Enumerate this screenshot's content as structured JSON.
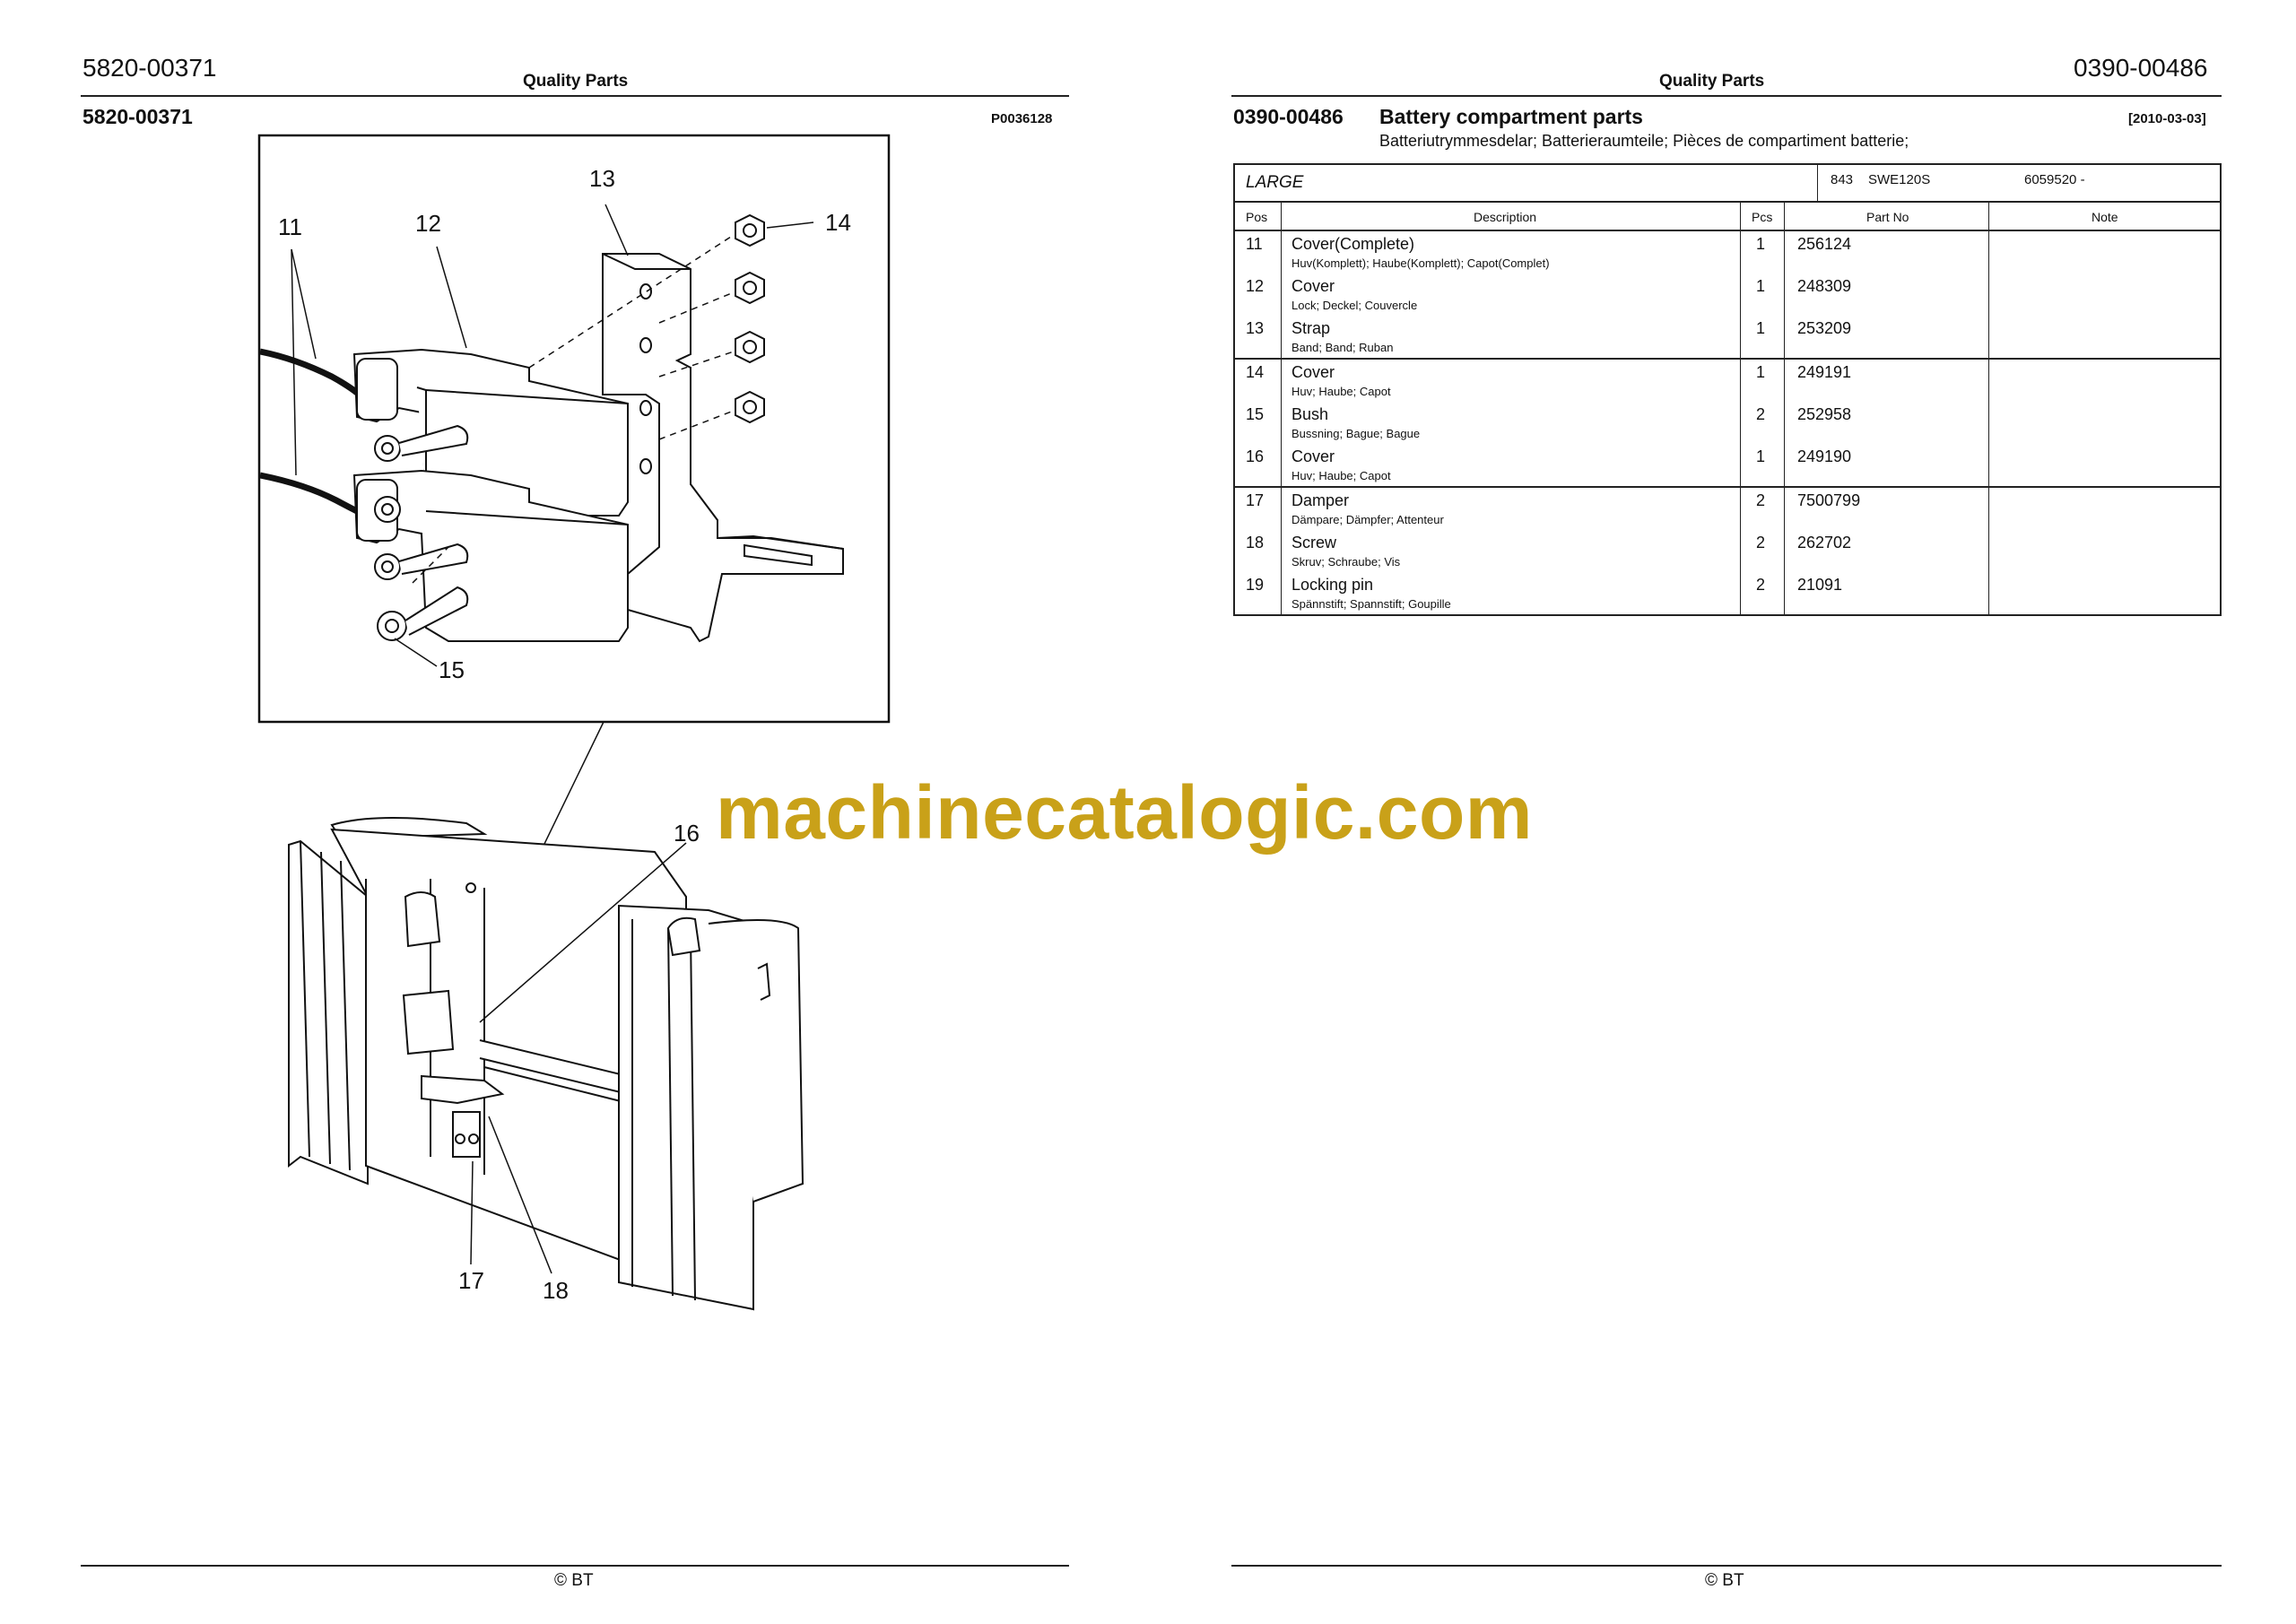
{
  "left_page": {
    "page_code": "5820-00371",
    "header_title": "Quality Parts",
    "section_code": "5820-00371",
    "figure_number": "P0036128",
    "callouts": [
      "11",
      "12",
      "13",
      "14",
      "15",
      "16",
      "17",
      "18"
    ],
    "footer": "© BT"
  },
  "right_page": {
    "page_code": "0390-00486",
    "header_title": "Quality Parts",
    "section_code": "0390-00486",
    "section_title": "Battery compartment parts",
    "section_subtitle": "Batteriutrymmesdelar; Batterieraumteile; Pièces de compartiment batterie;",
    "section_date": "[2010-03-03]",
    "footer": "© BT"
  },
  "parts_table": {
    "variant": "LARGE",
    "model_code": "843",
    "model_name": "SWE120S",
    "serial_range": "6059520 -",
    "columns": [
      "Pos",
      "Description",
      "Pcs",
      "Part No",
      "Note"
    ],
    "groups": [
      [
        {
          "pos": "11",
          "description": "Cover(Complete)",
          "translations": "Huv(Komplett); Haube(Komplett); Capot(Complet)",
          "pcs": "1",
          "part_no": "256124",
          "note": ""
        },
        {
          "pos": "12",
          "description": "Cover",
          "translations": "Lock; Deckel; Couvercle",
          "pcs": "1",
          "part_no": "248309",
          "note": ""
        },
        {
          "pos": "13",
          "description": "Strap",
          "translations": "Band; Band; Ruban",
          "pcs": "1",
          "part_no": "253209",
          "note": ""
        }
      ],
      [
        {
          "pos": "14",
          "description": "Cover",
          "translations": "Huv; Haube; Capot",
          "pcs": "1",
          "part_no": "249191",
          "note": ""
        },
        {
          "pos": "15",
          "description": "Bush",
          "translations": "Bussning; Bague; Bague",
          "pcs": "2",
          "part_no": "252958",
          "note": ""
        },
        {
          "pos": "16",
          "description": "Cover",
          "translations": "Huv; Haube; Capot",
          "pcs": "1",
          "part_no": "249190",
          "note": ""
        }
      ],
      [
        {
          "pos": "17",
          "description": "Damper",
          "translations": "Dämpare; Dämpfer; Attenteur",
          "pcs": "2",
          "part_no": "7500799",
          "note": ""
        },
        {
          "pos": "18",
          "description": "Screw",
          "translations": "Skruv; Schraube; Vis",
          "pcs": "2",
          "part_no": "262702",
          "note": ""
        },
        {
          "pos": "19",
          "description": "Locking pin",
          "translations": "Spännstift; Spannstift; Goupille",
          "pcs": "2",
          "part_no": "21091",
          "note": ""
        }
      ]
    ]
  },
  "watermark": "machinecatalogic.com",
  "colors": {
    "watermark": "#c9a119",
    "rule": "#222222"
  }
}
